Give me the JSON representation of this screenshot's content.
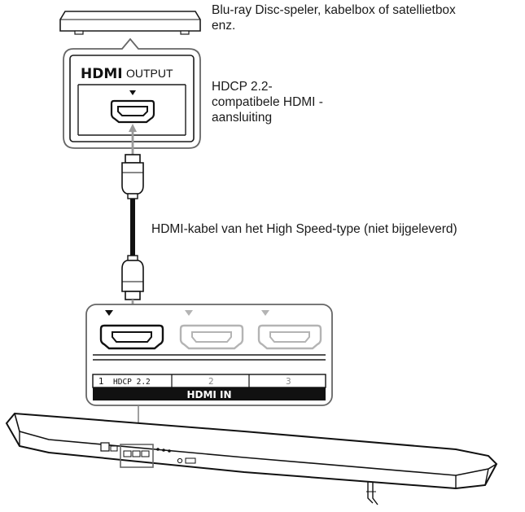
{
  "source_device_label": "Blu-ray Disc-speler, kabelbox of satellietbox enz.",
  "output_port_logo": "HDMI",
  "output_port_label": "OUTPUT",
  "output_connector_label": "HDCP 2.2-compatibele HDMI -aansluiting",
  "cable_label": "HDMI-kabel van het High Speed-type (niet bijgeleverd)",
  "input_panel": {
    "title": "HDMI IN",
    "ports": [
      {
        "number": "1",
        "tag": "HDCP 2.2"
      },
      {
        "number": "2",
        "tag": ""
      },
      {
        "number": "3",
        "tag": ""
      }
    ]
  },
  "colors": {
    "line": "#1a1a1a",
    "cable_gray": "#9a9a9a",
    "inactive_port": "#b4b4b4",
    "panel_fill": "#ffffff"
  }
}
